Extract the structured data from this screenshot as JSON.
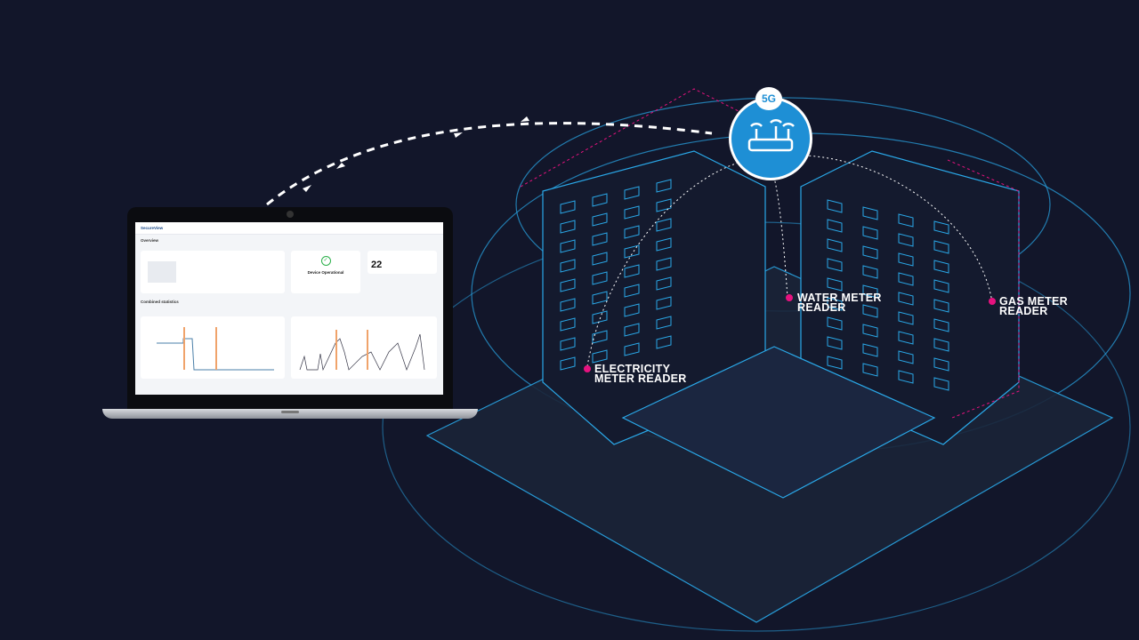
{
  "colors": {
    "background": "#12162a",
    "line": "#2aa8e8",
    "accent": "#e6127f",
    "router": "#1e8fd5"
  },
  "router": {
    "badge": "5G"
  },
  "labels": {
    "electricity": [
      "ELECTRICITY",
      "METER READER"
    ],
    "water": [
      "WATER METER",
      "READER"
    ],
    "gas": [
      "GAS METER",
      "READER"
    ]
  },
  "dashboard": {
    "brand": "SecureView",
    "section_overview": "Overview",
    "status": "Device Operational",
    "metric_value": "22",
    "section_stats": "Combined statistics"
  }
}
